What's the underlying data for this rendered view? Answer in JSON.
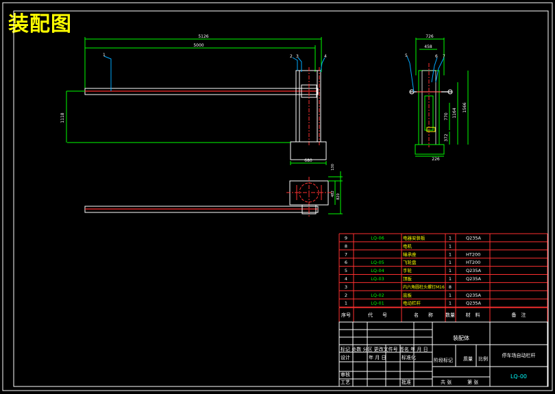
{
  "title": "装配图",
  "dimensions": {
    "total_length": "5126",
    "arm_length": "5000",
    "height_left": "1118",
    "base_width": "680",
    "side_top_width": "726",
    "side_mid_width": "458",
    "side_height": "1566",
    "side_inner_height": "1164",
    "side_mid_height": "770",
    "side_lower": "372",
    "side_bottom": "226",
    "plan_a": "130",
    "plan_b": "482",
    "plan_c": "820"
  },
  "balloons_front": [
    "1",
    "2",
    "3",
    "4"
  ],
  "balloons_side": [
    "5",
    "6",
    "7"
  ],
  "bom": {
    "rows": [
      {
        "no": "9",
        "code": "LQ-06",
        "name": "电器安装板",
        "qty": "1",
        "material": "Q235A",
        "note": ""
      },
      {
        "no": "8",
        "code": "",
        "name": "电机",
        "qty": "1",
        "material": "",
        "note": ""
      },
      {
        "no": "7",
        "code": "",
        "name": "轴承座",
        "qty": "1",
        "material": "HT200",
        "note": ""
      },
      {
        "no": "6",
        "code": "LQ-05",
        "name": "飞轮盘",
        "qty": "1",
        "material": "HT200",
        "note": ""
      },
      {
        "no": "5",
        "code": "LQ-04",
        "name": "手轮",
        "qty": "1",
        "material": "Q235A",
        "note": ""
      },
      {
        "no": "4",
        "code": "LQ-03",
        "name": "顶板",
        "qty": "1",
        "material": "Q235A",
        "note": ""
      },
      {
        "no": "3",
        "code": "",
        "name": "内六角圆柱头螺钉M16",
        "qty": "8",
        "material": "",
        "note": ""
      },
      {
        "no": "2",
        "code": "LQ-02",
        "name": "底板",
        "qty": "1",
        "material": "Q235A",
        "note": ""
      },
      {
        "no": "1",
        "code": "LQ-01",
        "name": "电动栏杆",
        "qty": "1",
        "material": "Q235A",
        "note": ""
      }
    ],
    "headers": {
      "no": "序号",
      "code": "代　　号",
      "name": "名　　称",
      "qty": "数量",
      "material": "材　料",
      "note": "备　注"
    }
  },
  "titleblock": {
    "center": "装配体",
    "product": "停车场自动栏杆",
    "drawing_no": "LQ-00",
    "row1": "标记 处数 分区 更改文件号 签名 年 月 日",
    "design": "设计",
    "date": "年 月 日",
    "std": "标准化",
    "stage": "阶段标记",
    "weight": "质量",
    "scale": "比例",
    "review": "审核",
    "process": "工艺",
    "approve": "批准",
    "sheets": "共 张",
    "sheet": "第 张"
  }
}
